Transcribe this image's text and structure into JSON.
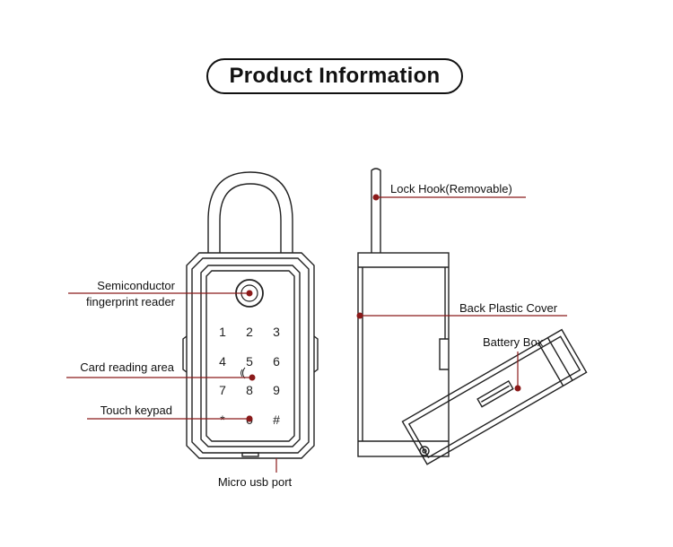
{
  "title": "Product Information",
  "accent_color": "#8b1a1a",
  "front_labels": {
    "fingerprint_line1": "Semiconductor",
    "fingerprint_line2": "fingerprint reader",
    "card": "Card reading area",
    "keypad": "Touch keypad",
    "usb": "Micro usb port"
  },
  "side_labels": {
    "hook": "Lock Hook(Removable)",
    "cover": "Back Plastic Cover",
    "battery": "Battery Box"
  },
  "keypad_keys": [
    "1",
    "2",
    "3",
    "4",
    "5",
    "6",
    "7",
    "8",
    "9",
    "*",
    "0",
    "#"
  ]
}
